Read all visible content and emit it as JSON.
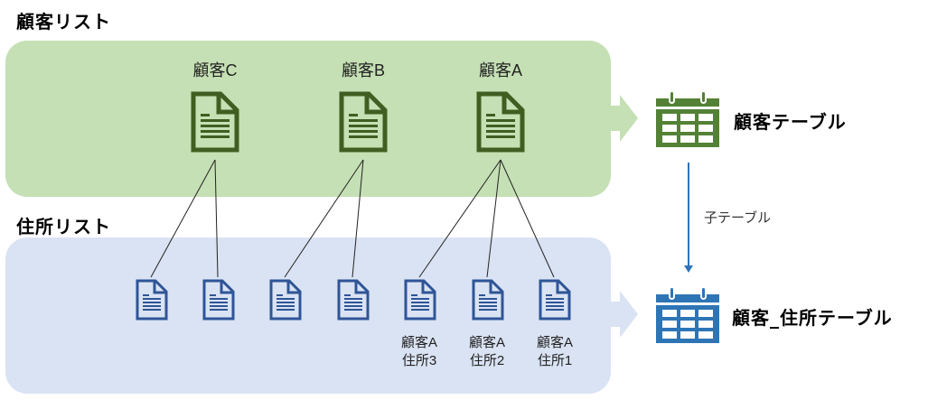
{
  "customer_list": {
    "title": "顧客リスト",
    "documents": [
      {
        "label": "顧客C"
      },
      {
        "label": "顧客B"
      },
      {
        "label": "顧客A"
      }
    ]
  },
  "address_list": {
    "title": "住所リスト",
    "documents": [
      {
        "parent": "顧客C",
        "line1": "",
        "line2": ""
      },
      {
        "parent": "顧客C",
        "line1": "",
        "line2": ""
      },
      {
        "parent": "顧客B",
        "line1": "",
        "line2": ""
      },
      {
        "parent": "顧客B",
        "line1": "",
        "line2": ""
      },
      {
        "parent": "顧客A",
        "line1": "顧客A",
        "line2": "住所3"
      },
      {
        "parent": "顧客A",
        "line1": "顧客A",
        "line2": "住所2"
      },
      {
        "parent": "顧客A",
        "line1": "顧客A",
        "line2": "住所1"
      }
    ]
  },
  "tables": {
    "customer_table": "顧客テーブル",
    "customer_address_table": "顧客_住所テーブル",
    "relation_label": "子テーブル"
  },
  "colors": {
    "green_panel": "#c5e0b4",
    "blue_panel": "#dae3f3",
    "green_icon": "#3f5f22",
    "green_table_icon": "#538135",
    "blue_icon": "#2f5597",
    "blue_table_icon": "#2e75b6",
    "connector": "#222222"
  }
}
